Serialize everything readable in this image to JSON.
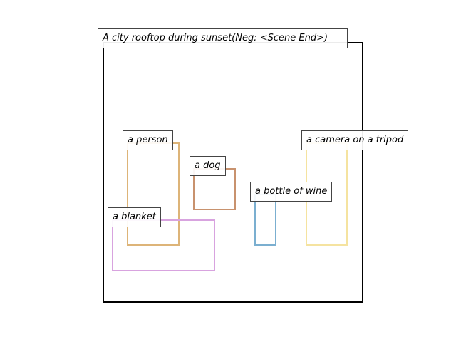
{
  "scene": {
    "caption": "A city rooftop during sunset(Neg: <Scene End>)"
  },
  "objects": [
    {
      "id": "person",
      "label": "a person",
      "color": "#DDB478"
    },
    {
      "id": "dog",
      "label": "a dog",
      "color": "#C8926E"
    },
    {
      "id": "wine",
      "label": "a bottle of wine",
      "color": "#7BAFD0"
    },
    {
      "id": "camera",
      "label": "a camera on a tripod",
      "color": "#F5E3A0"
    },
    {
      "id": "blanket",
      "label": "a blanket",
      "color": "#D8A3DF"
    }
  ]
}
